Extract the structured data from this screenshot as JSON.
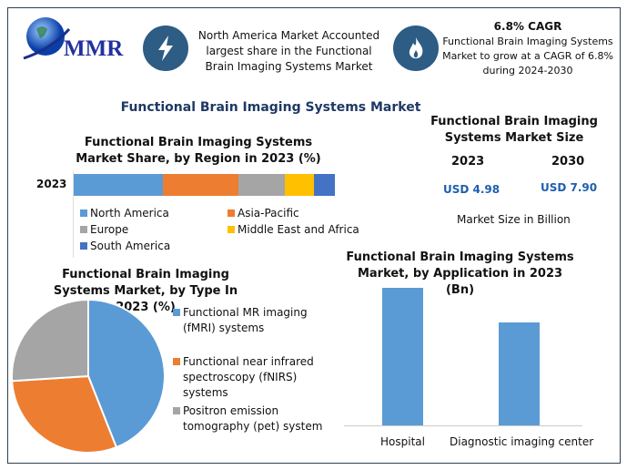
{
  "header": {
    "logo_text": "MMR",
    "info1": "North America Market Accounted largest share in the Functional Brain Imaging Systems Market",
    "cagr_title": "6.8% CAGR",
    "info2": "Functional Brain Imaging Systems Market to grow at a CAGR of 6.8% during 2024-2030",
    "icons": [
      "lightning-icon",
      "flame-icon"
    ]
  },
  "main_title": "Functional Brain Imaging Systems Market",
  "market_size": {
    "title": "Functional Brain Imaging Systems Market Size",
    "years": [
      "2023",
      "2030"
    ],
    "values": [
      "USD 4.98",
      "USD 7.90"
    ],
    "note": "Market Size in Billion"
  },
  "colors": {
    "blue": "#5b9bd5",
    "orange": "#ed7d31",
    "gray": "#a5a5a5",
    "yellow": "#ffc000",
    "darkblue": "#4472c4",
    "accent": "#2d5c84"
  },
  "chart_data": [
    {
      "type": "bar",
      "orientation": "horizontal-stacked",
      "title": "Functional Brain Imaging Systems Market Share, by Region in 2023 (%)",
      "categories": [
        "2023"
      ],
      "series": [
        {
          "name": "North America",
          "values": [
            34
          ]
        },
        {
          "name": "Asia-Pacific",
          "values": [
            29
          ]
        },
        {
          "name": "Europe",
          "values": [
            18
          ]
        },
        {
          "name": "Middle East and Africa",
          "values": [
            11
          ]
        },
        {
          "name": "South America",
          "values": [
            8
          ]
        }
      ],
      "legend": "bottom"
    },
    {
      "type": "pie",
      "title": "Functional Brain Imaging Systems Market, by Type In 2023 (%)",
      "labels": [
        "Functional MR imaging (fMRI) systems",
        "Functional near infrared spectroscopy (fNIRS) systems",
        "Positron emission tomography (pet) system"
      ],
      "values": [
        44,
        30,
        26
      ],
      "legend": "right"
    },
    {
      "type": "bar",
      "title": "Functional Brain Imaging Systems Market, by Application in 2023 (Bn)",
      "categories": [
        "Hospital",
        "Diagnostic imaging center"
      ],
      "values": [
        2.85,
        2.13
      ],
      "ylim": [
        0,
        3.2
      ],
      "grid": false
    }
  ]
}
